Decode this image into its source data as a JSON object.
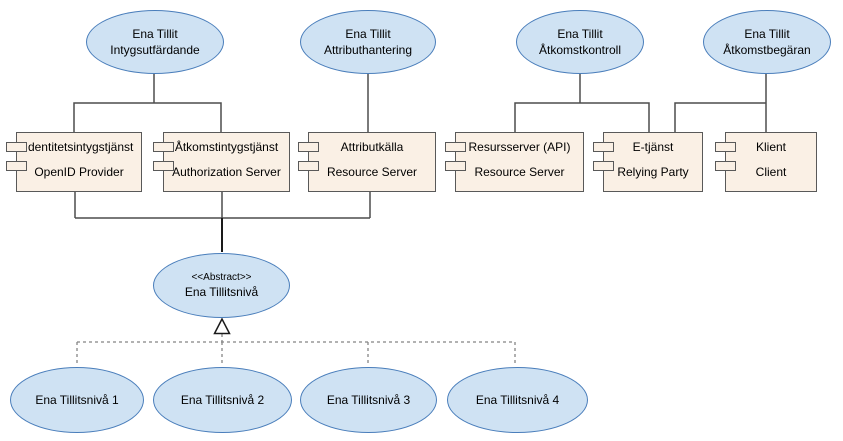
{
  "colors": {
    "node_fill": "#cfe2f3",
    "node_stroke": "#4a7ebb",
    "component_fill": "#faf0e5",
    "component_stroke": "#595959",
    "connector": "#4d4d4d",
    "generalization": "#1a1a1a",
    "dashed_connector": "#858585",
    "text": "#000000",
    "background": "#ffffff"
  },
  "use_cases": [
    {
      "line1": "Ena Tillit",
      "line2": "Intygsutfärdande"
    },
    {
      "line1": "Ena Tillit",
      "line2": "Attributhantering"
    },
    {
      "line1": "Ena Tillit",
      "line2": "Åtkomstkontroll"
    },
    {
      "line1": "Ena Tillit",
      "line2": "Åtkomstbegäran"
    }
  ],
  "components": [
    {
      "name": "Identitetsintygstjänst",
      "alias": "OpenID Provider"
    },
    {
      "name": "Åtkomstintygstjänst",
      "alias": "Authorization Server"
    },
    {
      "name": "Attributkälla",
      "alias": "Resource Server"
    },
    {
      "name": "Resursserver (API)",
      "alias": "Resource Server"
    },
    {
      "name": "E-tjänst",
      "alias": "Relying Party"
    },
    {
      "name": "Klient",
      "alias": "Client"
    }
  ],
  "abstract_node": {
    "stereotype": "<<Abstract>>",
    "label": "Ena Tillitsnivå"
  },
  "trust_levels": [
    {
      "label": "Ena Tillitsnivå 1"
    },
    {
      "label": "Ena Tillitsnivå 2"
    },
    {
      "label": "Ena Tillitsnivå 3"
    },
    {
      "label": "Ena Tillitsnivå 4"
    }
  ]
}
